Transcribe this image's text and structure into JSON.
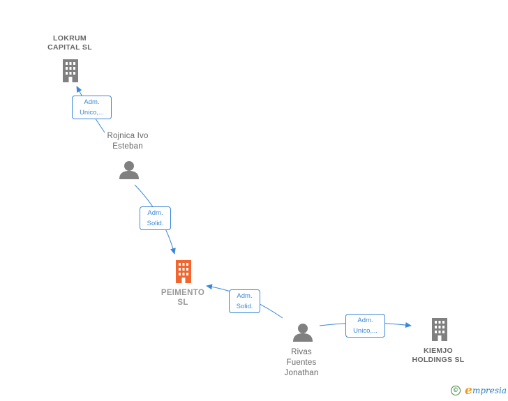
{
  "nodes": {
    "lokrum": {
      "line1": "LOKRUM",
      "line2": "CAPITAL  SL",
      "icon": "building-icon",
      "color": "#808080"
    },
    "rojnica": {
      "line1": "Rojnica Ivo",
      "line2": "Esteban",
      "icon": "person-icon",
      "color": "#808080"
    },
    "peimento": {
      "line1": "PEIMENTO",
      "line2": "SL",
      "icon": "building-icon",
      "color": "#f2652e"
    },
    "rivas": {
      "line1": "Rivas",
      "line2": "Fuentes",
      "line3": "Jonathan",
      "icon": "person-icon",
      "color": "#808080"
    },
    "kiemjo": {
      "line1": "KIEMJO",
      "line2": "HOLDINGS  SL",
      "icon": "building-icon",
      "color": "#808080"
    }
  },
  "edges": {
    "rojnica_lokrum": {
      "line1": "Adm.",
      "line2": "Unico,..."
    },
    "rojnica_peimento": {
      "line1": "Adm.",
      "line2": "Solid."
    },
    "rivas_peimento": {
      "line1": "Adm.",
      "line2": "Solid."
    },
    "rivas_kiemjo": {
      "line1": "Adm.",
      "line2": "Unico,..."
    }
  },
  "colors": {
    "edge": "#3a87d8",
    "label_text": "#666666"
  },
  "footer": {
    "copyright_symbol": "©",
    "brand_initial": "e",
    "brand_rest": "mpresia"
  }
}
